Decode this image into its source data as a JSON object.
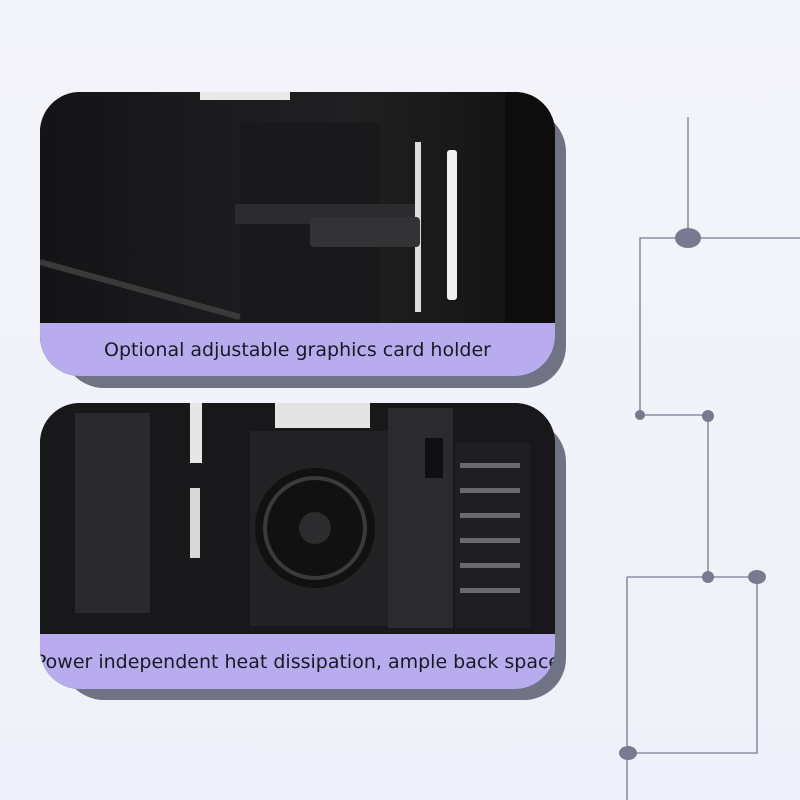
{
  "features": [
    {
      "caption": "Optional adjustable graphics card holder",
      "image": "graphics-card-holder-photo"
    },
    {
      "caption": "Power independent heat dissipation, ample back space",
      "image": "power-supply-photo"
    }
  ],
  "colors": {
    "band": "#b8acef",
    "shadow": "#6f7384",
    "circuit": "#8c8fa3",
    "background": "#f2f4fa"
  }
}
